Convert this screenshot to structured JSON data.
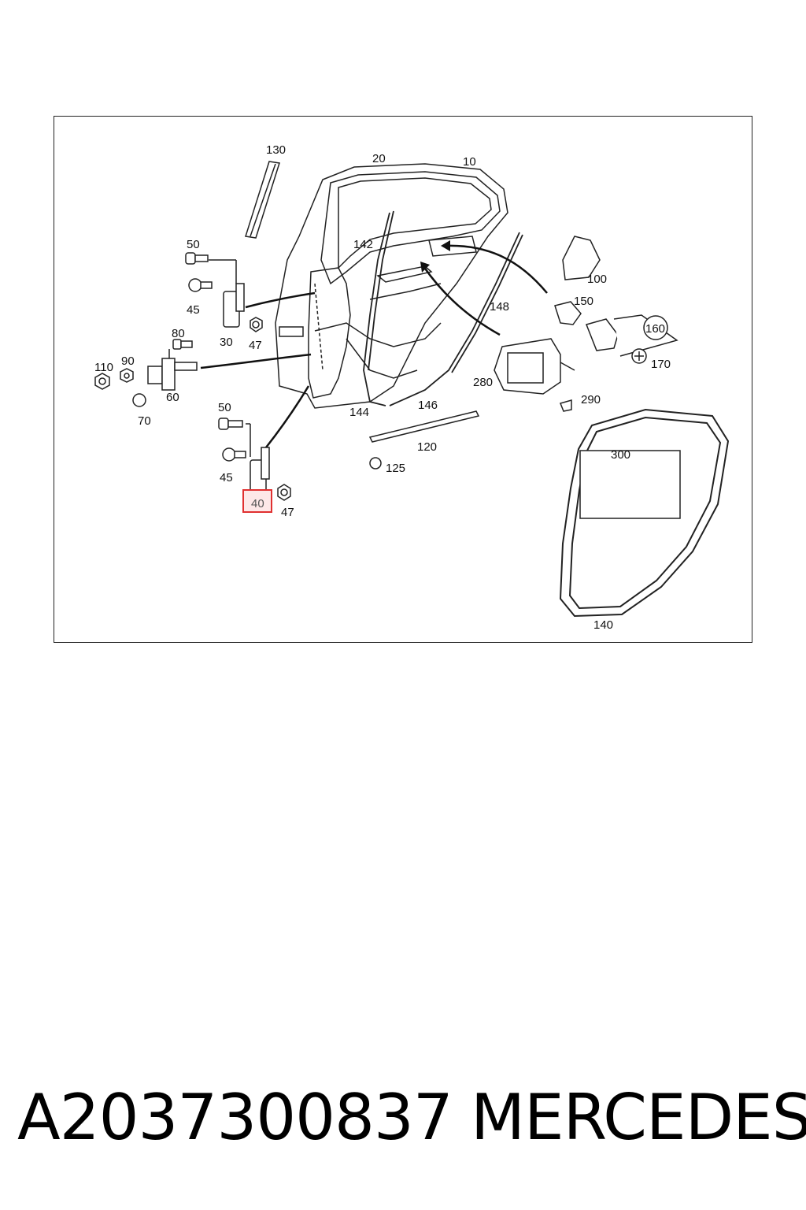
{
  "diagram": {
    "callouts": {
      "c130": "130",
      "c20": "20",
      "c10": "10",
      "c142": "142",
      "c50a": "50",
      "c45a": "45",
      "c30": "30",
      "c47a": "47",
      "c80": "80",
      "c110": "110",
      "c90": "90",
      "c60": "60",
      "c70": "70",
      "c100": "100",
      "c150": "150",
      "c148": "148",
      "c160": "160",
      "c170": "170",
      "c280": "280",
      "c290": "290",
      "c144": "144",
      "c146": "146",
      "c120": "120",
      "c125": "125",
      "c50b": "50",
      "c45b": "45",
      "c40": "40",
      "c47b": "47",
      "c300": "300",
      "c140": "140"
    },
    "highlight": {
      "part": "40",
      "color": "#e03030",
      "fill": "#fde8e8"
    }
  },
  "footer": {
    "part_number": "A2037300837",
    "brand": "MERCEDES"
  }
}
